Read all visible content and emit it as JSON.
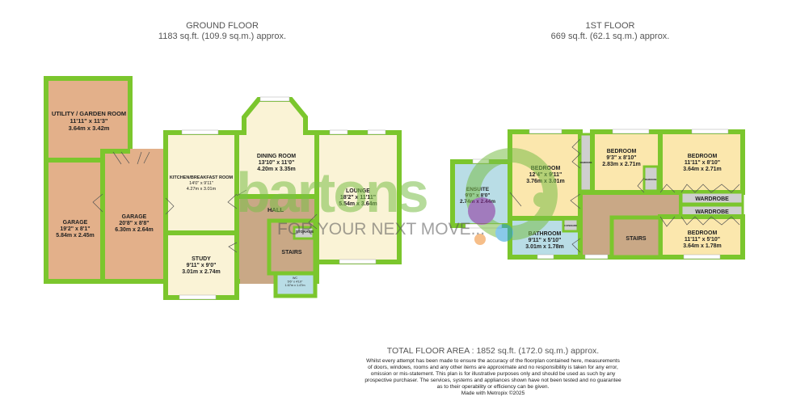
{
  "ground_floor": {
    "title": "GROUND FLOOR",
    "area": "1183 sq.ft. (109.9 sq.m.) approx.",
    "rooms": [
      {
        "name": "UTILITY / GARDEN ROOM",
        "imperial": "11'11\"  x 11'3\"",
        "metric": "3.64m  x 3.42m"
      },
      {
        "name": "GARAGE",
        "imperial": "19'2\"  x 8'1\"",
        "metric": "5.84m  x 2.45m"
      },
      {
        "name": "GARAGE",
        "imperial": "20'8\"  x 8'8\"",
        "metric": "6.30m  x 2.64m"
      },
      {
        "name": "KITCHEN/BREAKFAST ROOM",
        "imperial": "14'0\"  x 9'11\"",
        "metric": "4.27m  x 3.01m"
      },
      {
        "name": "DINING ROOM",
        "imperial": "13'10\"  x 11'0\"",
        "metric": "4.20m  x 3.35m"
      },
      {
        "name": "LOUNGE",
        "imperial": "18'2\"  x 11'11\"",
        "metric": "5.54m  x 3.64m"
      },
      {
        "name": "HALL"
      },
      {
        "name": "STORAGE"
      },
      {
        "name": "STAIRS"
      },
      {
        "name": "STUDY",
        "imperial": "9'11\"  x 9'0\"",
        "metric": "3.01m  x 2.74m"
      },
      {
        "name": "WC",
        "imperial": "5'6\"  x 4'10\"",
        "metric": "1.67m  x 1.47m"
      }
    ]
  },
  "first_floor": {
    "title": "1ST FLOOR",
    "area": "669 sq.ft. (62.1 sq.m.) approx.",
    "rooms": [
      {
        "name": "ENSUITE",
        "imperial": "9'0\"  x 8'0\"",
        "metric": "2.74m  x 2.44m"
      },
      {
        "name": "BEDROOM",
        "imperial": "12'4\"  x 9'11\"",
        "metric": "3.76m  x 3.01m"
      },
      {
        "name": "BEDROOM",
        "imperial": "9'3\"  x 8'10\"",
        "metric": "2.83m  x 2.71m"
      },
      {
        "name": "BEDROOM",
        "imperial": "11'11\"  x 8'10\"",
        "metric": "3.64m  x 2.71m"
      },
      {
        "name": "WARDROBE"
      },
      {
        "name": "WARDROBE"
      },
      {
        "name": "BATHROOM",
        "imperial": "9'11\"  x 5'10\"",
        "metric": "3.01m  x 1.78m"
      },
      {
        "name": "STAIRS"
      },
      {
        "name": "BEDROOM",
        "imperial": "11'11\"  x 5'10\"",
        "metric": "3.64m  x 1.78m"
      },
      {
        "name": "WARDROBE"
      },
      {
        "name": "WARDROBE"
      },
      {
        "name": "CUPBOARD"
      }
    ]
  },
  "watermark": {
    "brand": "bartons",
    "tagline": "FOR YOUR NEXT MOVE..."
  },
  "footer": {
    "total_area": "TOTAL FLOOR AREA : 1852 sq.ft. (172.0 sq.m.) approx.",
    "disclaimer_lines": [
      "Whilst every attempt has been made to ensure the accuracy of the floorplan contained here, measurements",
      "of doors, windows, rooms and any other items are approximate and no responsibility is taken for any error,",
      "omission or mis-statement. This plan is for illustrative purposes only and should be used as such by any",
      "prospective purchaser. The services, systems and appliances shown have not been tested and no guarantee",
      "as to their operability or efficiency can be given."
    ],
    "made_with": "Made with Metropix ©2025"
  },
  "colors": {
    "wall": "#7bc62d",
    "garage": "#e3b08a",
    "living": "#faf3d6",
    "hall": "#c9a886",
    "wet": "#b9dde6",
    "bedroom": "#fbe7ad",
    "storage": "#cfcfcf"
  }
}
